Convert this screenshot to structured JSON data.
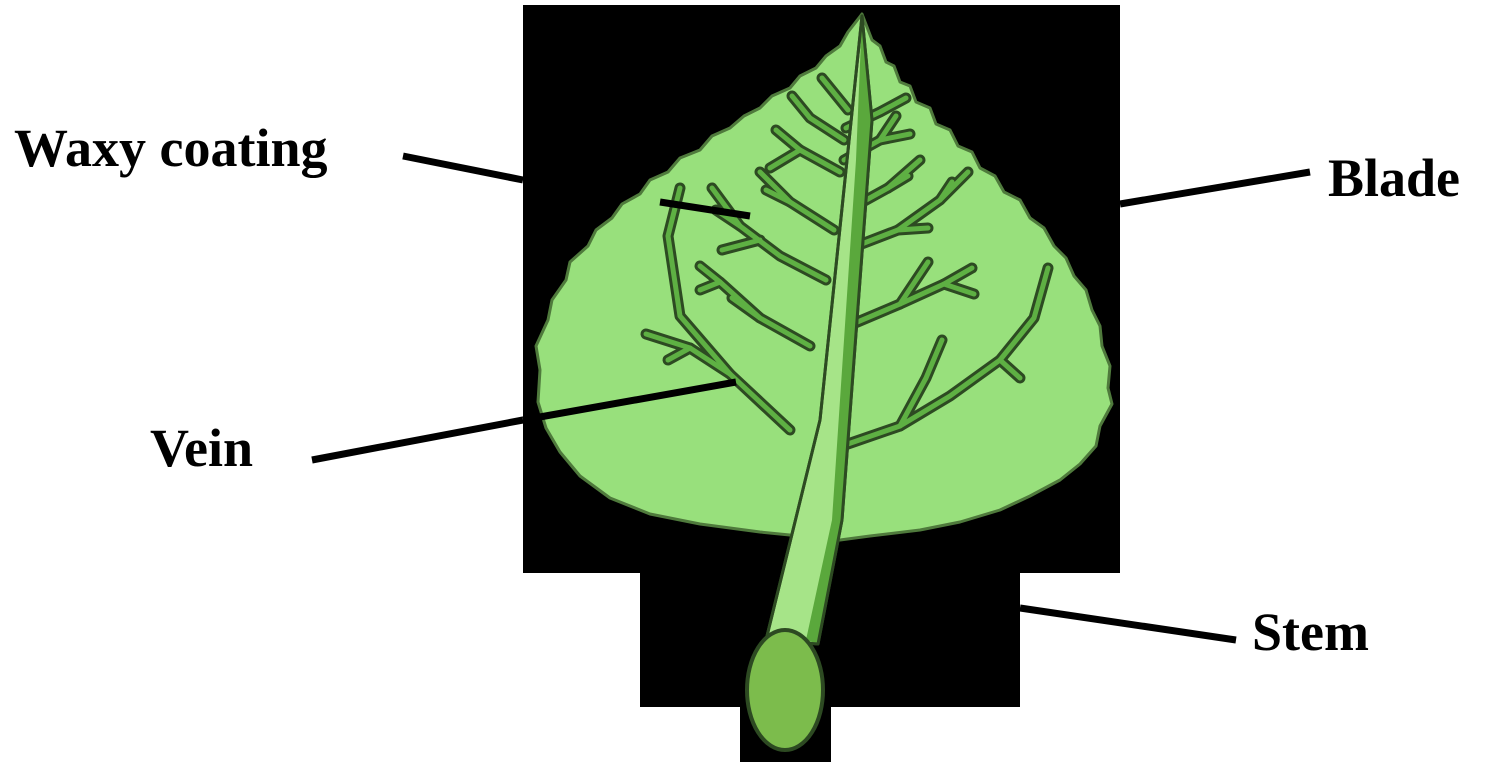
{
  "labels": {
    "waxy_coating": "Waxy coating",
    "blade": "Blade",
    "vein": "Vein",
    "stem": "Stem"
  },
  "colors": {
    "background": "#ffffff",
    "backdrop": "#000000",
    "leaf_blade": "#98e07c",
    "leaf_edge": "#4f7a3c",
    "vein": "#5eb043",
    "vein_dark": "#2d4a22",
    "stem_light": "#a6e488",
    "stem_dark": "#5aa83c",
    "stem_cut": "#7cbc4c",
    "label_text": "#000000"
  }
}
